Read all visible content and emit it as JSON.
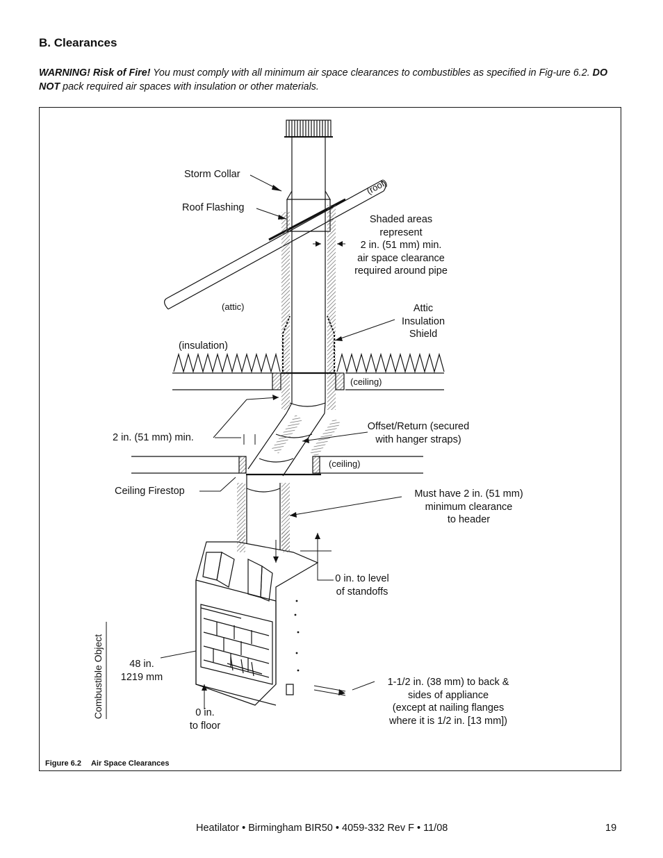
{
  "section_title": "B. Clearances",
  "warning": {
    "lead": "WARNING! Risk of Fire!",
    "text1": " You must comply with all minimum air space clearances to combustibles as specified in Fig-ure 6.2. ",
    "do_not": "DO NOT",
    "text2": " pack required air spaces with insulation or other materials."
  },
  "figure": {
    "labels": {
      "storm_collar": "Storm Collar",
      "roof_flashing": "Roof Flashing",
      "roof": "(roof)",
      "shaded_areas": [
        "Shaded areas",
        "represent",
        "2 in. (51 mm) min.",
        "air space clearance",
        "required around pipe"
      ],
      "attic": "(attic)",
      "attic_insulation_shield": [
        "Attic",
        "Insulation",
        "Shield"
      ],
      "insulation": "(insulation)",
      "ceiling_upper": "(ceiling)",
      "ceiling_lower": "(ceiling)",
      "min_2in": "2 in. (51 mm) min.",
      "offset_return": [
        "Offset/Return (secured",
        "with hanger straps)"
      ],
      "ceiling_firestop": "Ceiling Firestop",
      "header_clearance": [
        "Must have 2 in. (51 mm)",
        "minimum clearance",
        "to header"
      ],
      "standoffs": [
        "0 in. to level",
        "of standoffs"
      ],
      "combustible_object": "Combustible Object",
      "dim_48": [
        "48 in.",
        "1219 mm"
      ],
      "floor": [
        "0 in.",
        "to floor"
      ],
      "back_sides": [
        "1-1/2 in. (38 mm) to back &",
        "sides of appliance",
        "(except at nailing flanges",
        "where it is 1/2 in. [13 mm])"
      ]
    },
    "caption_number": "Figure 6.2",
    "caption_title": "Air Space Clearances"
  },
  "footer": {
    "text": "Heatilator • Birmingham BIR50 • 4059-332 Rev F • 11/08",
    "page": "19"
  }
}
